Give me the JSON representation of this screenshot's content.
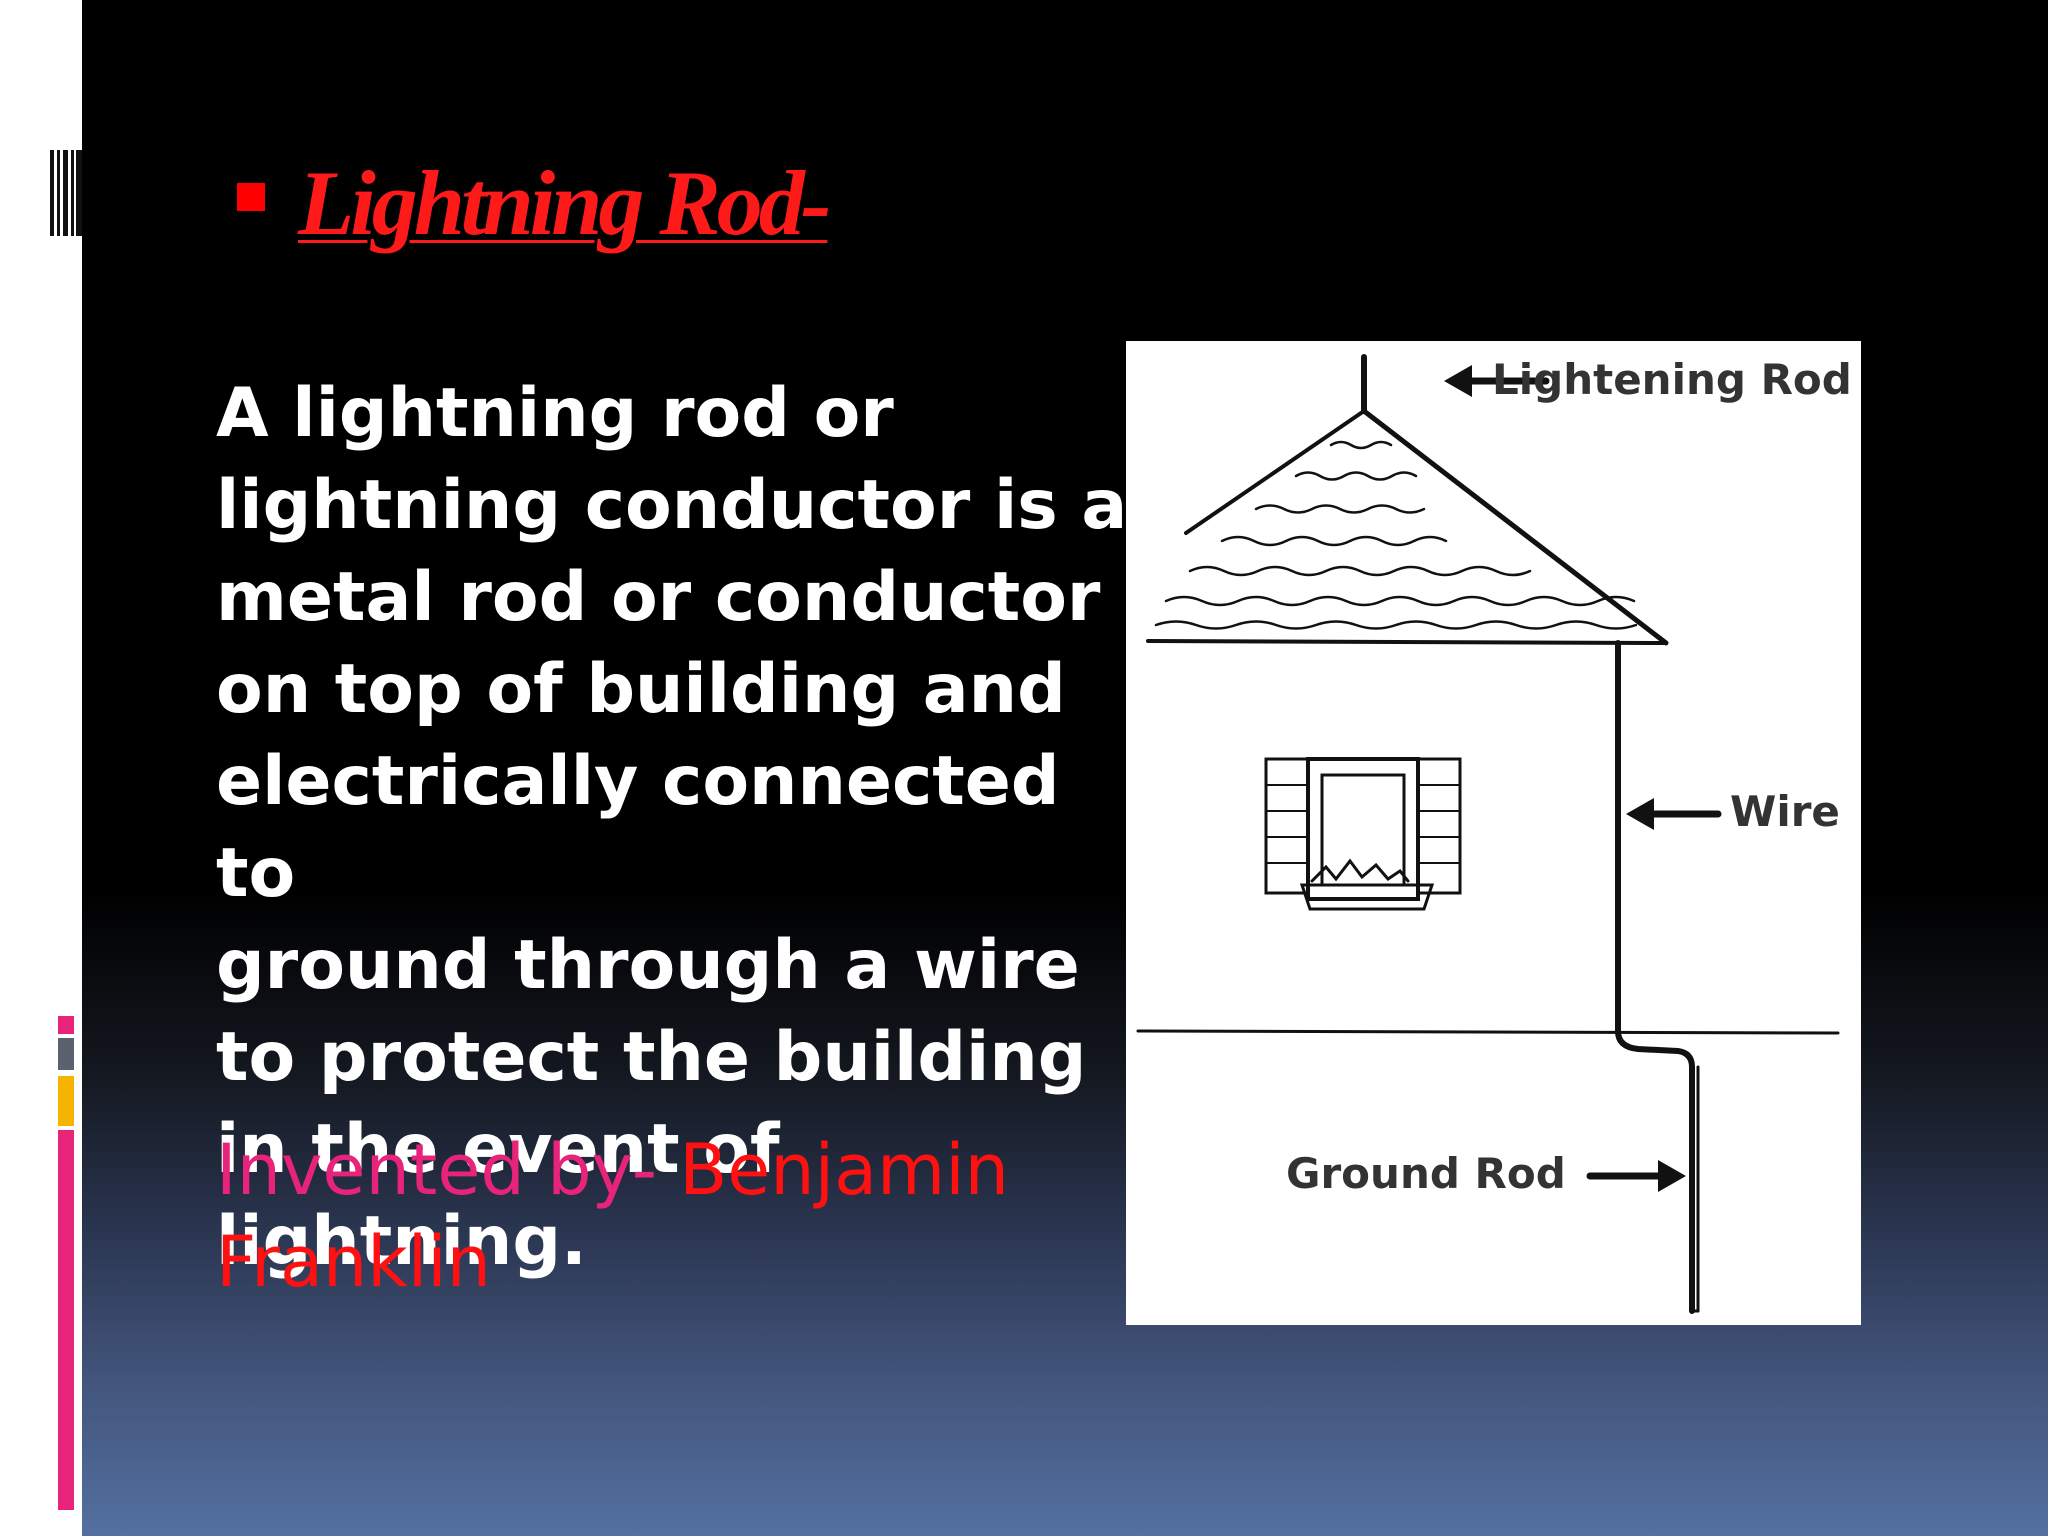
{
  "slide": {
    "title": "Lightning Rod-",
    "body": "A lightning rod or\nlightning conductor is a\nmetal rod or conductor\non top of building and\nelectrically connected to\nground through a wire\nto protect the building\nin the event of lightning.",
    "credit_lead": "Invented by- ",
    "credit_name": "Benjamin\nFranklin"
  },
  "diagram": {
    "label_rod": "Lightening Rod",
    "label_wire": "Wire",
    "label_ground": "Ground Rod"
  },
  "colors": {
    "title": "#ff1a1a",
    "credit_lead": "#e8237a",
    "credit_name": "#ff1111",
    "accent_pink": "#e8237a",
    "accent_gold": "#f5b400",
    "accent_gray": "#5a6270"
  }
}
